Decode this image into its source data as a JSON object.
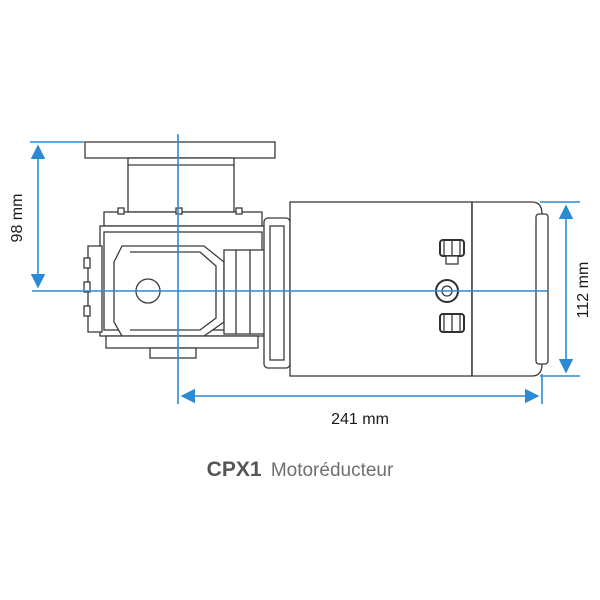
{
  "colors": {
    "dimension": "#2a8ad4",
    "outline": "#3a3a3a",
    "fill": "#ffffff",
    "caption": "#6f6f6f"
  },
  "dimensions": {
    "height_upper": "98 mm",
    "height_motor": "112 mm",
    "length_motor": "241 mm"
  },
  "caption": {
    "model": "CPX1",
    "description": "Motoréducteur"
  }
}
